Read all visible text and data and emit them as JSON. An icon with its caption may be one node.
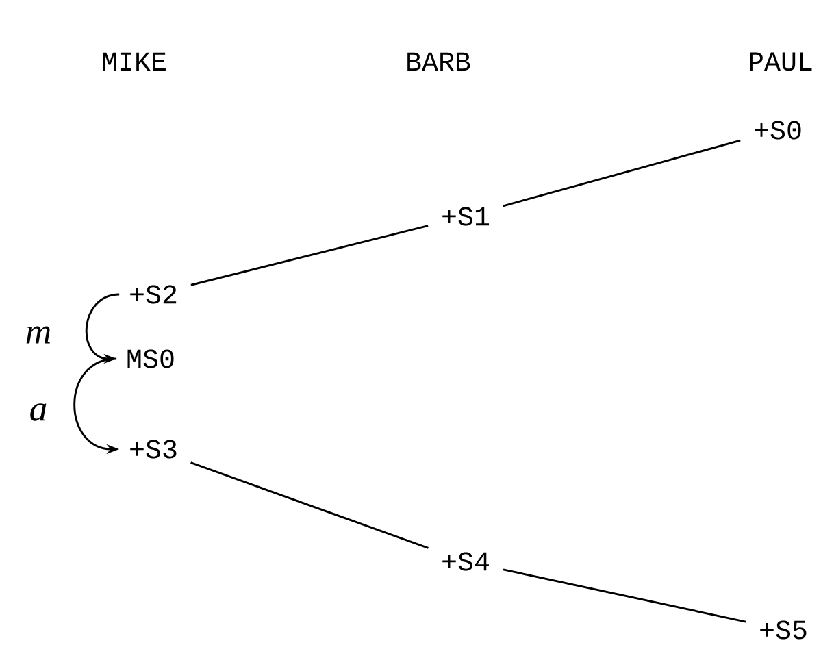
{
  "diagram": {
    "nodes": [
      {
        "text": [
          "+S0"
        ]
      },
      {
        "text": [
          "+S1"
        ]
      },
      {
        "text": [
          "+S2"
        ]
      },
      {
        "text": [
          "MS0"
        ]
      },
      {
        "text": [
          "+S3"
        ]
      },
      {
        "text": [
          "+S4"
        ]
      },
      {
        "text": [
          "+S5"
        ]
      }
    ],
    "edges": [
      {
        "from": 0,
        "to": 1,
        "arrow": "none"
      },
      {
        "from": 1,
        "to": 2,
        "arrow": "none"
      },
      {
        "from": 2,
        "to": 3,
        "arrow": "to",
        "label": "m"
      },
      {
        "from": 3,
        "to": 4,
        "arrow": "to",
        "label": "a"
      },
      {
        "from": 4,
        "to": 5,
        "arrow": "none"
      },
      {
        "from": 5,
        "to": 6,
        "arrow": "none"
      }
    ],
    "labels": [
      "MIKE",
      "BARB",
      "PAUL"
    ]
  }
}
